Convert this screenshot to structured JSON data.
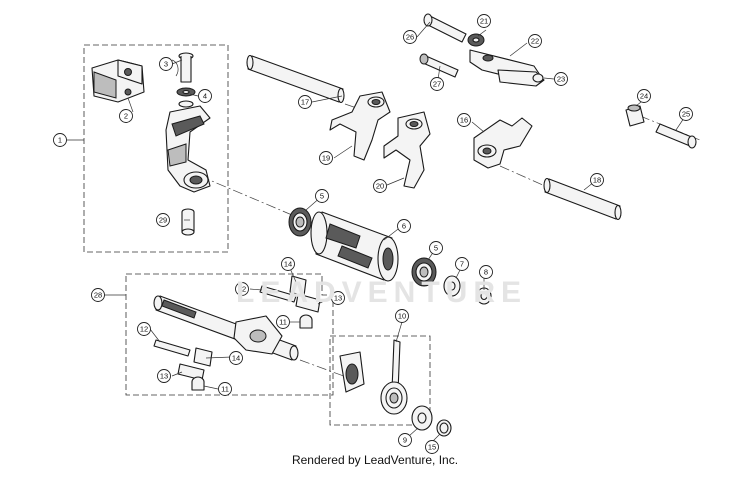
{
  "footer": {
    "text": "Rendered by LeadVenture, Inc."
  },
  "watermark": {
    "text": "LEADVENTURE"
  },
  "callouts": [
    {
      "id": "1",
      "label": "1"
    },
    {
      "id": "2",
      "label": "2"
    },
    {
      "id": "3",
      "label": "3"
    },
    {
      "id": "4",
      "label": "4"
    },
    {
      "id": "5a",
      "label": "5"
    },
    {
      "id": "5b",
      "label": "5"
    },
    {
      "id": "6",
      "label": "6"
    },
    {
      "id": "7",
      "label": "7"
    },
    {
      "id": "8",
      "label": "8"
    },
    {
      "id": "9",
      "label": "9"
    },
    {
      "id": "10",
      "label": "10"
    },
    {
      "id": "11a",
      "label": "11"
    },
    {
      "id": "11b",
      "label": "11"
    },
    {
      "id": "12a",
      "label": "12"
    },
    {
      "id": "12b",
      "label": "12"
    },
    {
      "id": "13a",
      "label": "13"
    },
    {
      "id": "13b",
      "label": "13"
    },
    {
      "id": "14a",
      "label": "14"
    },
    {
      "id": "14b",
      "label": "14"
    },
    {
      "id": "15",
      "label": "15"
    },
    {
      "id": "16",
      "label": "16"
    },
    {
      "id": "17",
      "label": "17"
    },
    {
      "id": "18",
      "label": "18"
    },
    {
      "id": "19",
      "label": "19"
    },
    {
      "id": "20",
      "label": "20"
    },
    {
      "id": "21",
      "label": "21"
    },
    {
      "id": "22",
      "label": "22"
    },
    {
      "id": "23",
      "label": "23"
    },
    {
      "id": "24",
      "label": "24"
    },
    {
      "id": "25",
      "label": "25"
    },
    {
      "id": "26",
      "label": "26"
    },
    {
      "id": "27",
      "label": "27"
    },
    {
      "id": "28",
      "label": "28"
    },
    {
      "id": "29",
      "label": "29"
    }
  ]
}
